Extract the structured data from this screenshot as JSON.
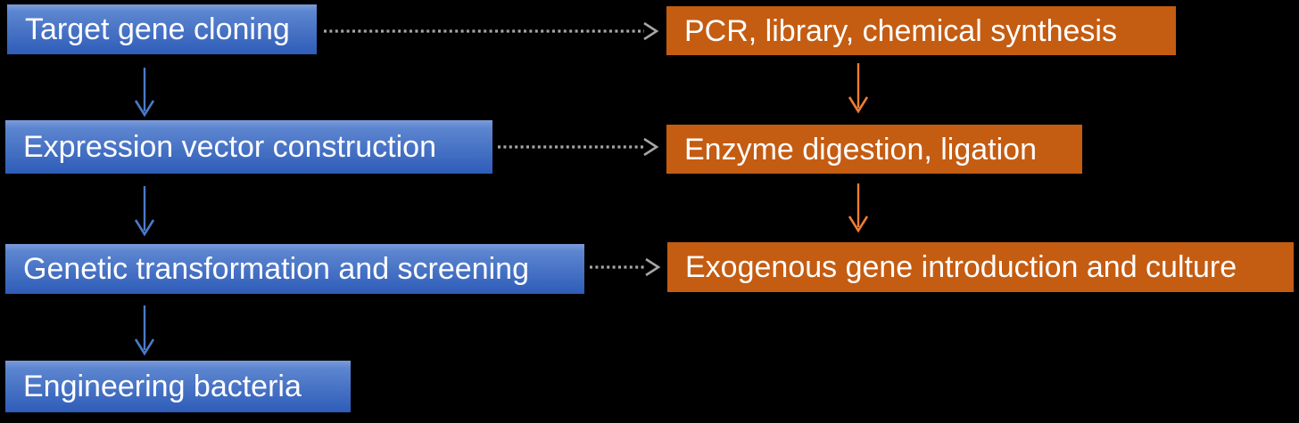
{
  "flowchart": {
    "process_steps": [
      "Target gene cloning",
      "Expression vector construction",
      "Genetic transformation and screening",
      "Engineering bacteria"
    ],
    "method_steps": [
      "PCR, library, chemical synthesis",
      "Enzyme digestion, ligation",
      "Exogenous gene introduction and culture"
    ]
  },
  "colors": {
    "background": "#000000",
    "text": "#ffffff",
    "blue_box_highlight": "#7d9bd9",
    "blue_box_top": "#5d86d0",
    "blue_box_bottom": "#2e5cb8",
    "orange_box": "#c45c12",
    "blue_arrow": "#4a7ac8",
    "orange_arrow": "#ed7d31",
    "dotted_arrow": "#a6a6a6"
  }
}
